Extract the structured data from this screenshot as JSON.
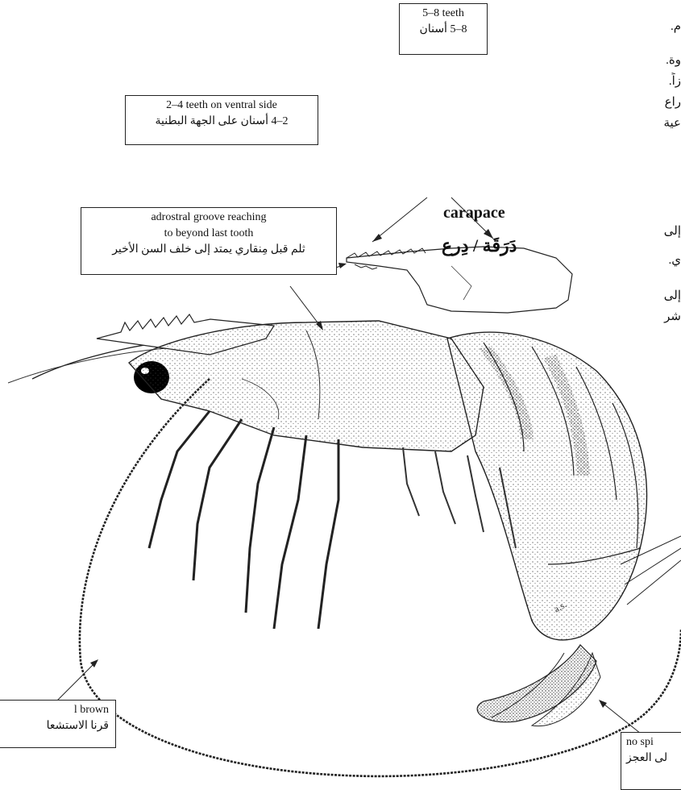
{
  "labels": {
    "teeth_top": {
      "en": "5–8 teeth",
      "ar": "8–5 أسنان"
    },
    "ventral_teeth": {
      "en": "2–4 teeth on ventral side",
      "ar": "2–4 أسنان على الجهة البطنية"
    },
    "carapace": {
      "en": "carapace",
      "ar": "دَرَقَة / دِرع"
    },
    "adrostral": {
      "en1": "adrostral groove reaching",
      "en2": "to beyond last tooth",
      "ar": "ثلم قبل مِنقاري يمتد إلى خلف السن الأخير"
    },
    "antenna": {
      "en": "l brown",
      "ar": "قرنا الاستشعا"
    },
    "telson": {
      "en": "no spi",
      "ar": "لى العجز"
    }
  },
  "side_text": {
    "lines": [
      "م.",
      "وة.",
      "زاً.",
      "راع",
      "عية",
      "إلى",
      "ي.",
      "إلى",
      "شر"
    ]
  }
}
